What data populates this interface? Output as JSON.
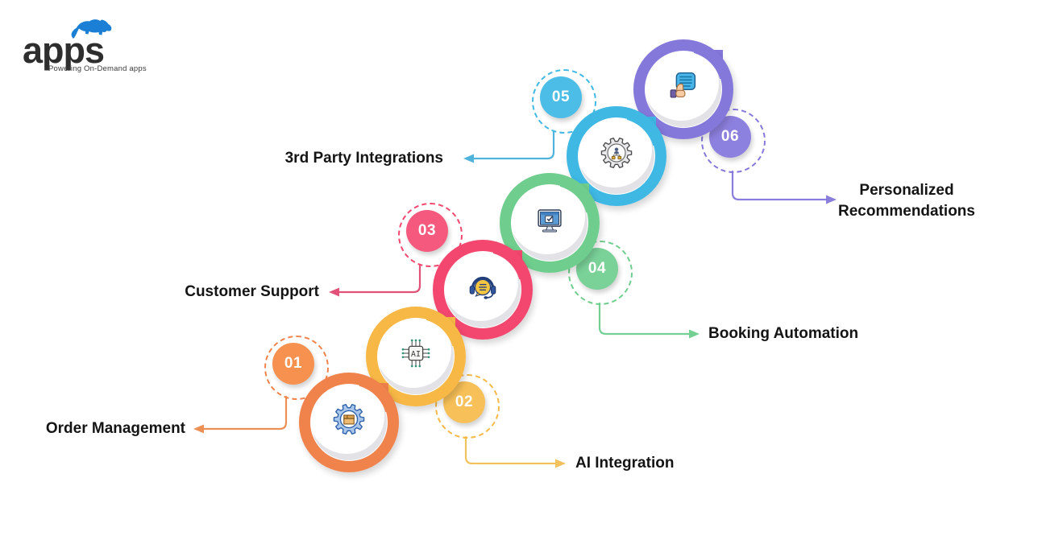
{
  "logo": {
    "name": "apps",
    "tagline": "Powering On-Demand apps",
    "rhino_color": "#1b7fd6",
    "text_color": "#2e2e2e"
  },
  "steps": [
    {
      "number": "01",
      "label": "Order Management",
      "color": "#F0824B",
      "badge_color": "#F6914F",
      "arrow_color": "#EC9055",
      "icon": "order-management"
    },
    {
      "number": "02",
      "label": "AI Integration",
      "color": "#F7B845",
      "badge_color": "#F8C058",
      "arrow_color": "#F2C35C",
      "icon": "ai-integration"
    },
    {
      "number": "03",
      "label": "Customer Support",
      "color": "#F4476F",
      "badge_color": "#F55A7E",
      "arrow_color": "#E25278",
      "icon": "customer-support"
    },
    {
      "number": "04",
      "label": "Booking Automation",
      "color": "#6FCE8D",
      "badge_color": "#7AD299",
      "arrow_color": "#74CF92",
      "icon": "booking-automation"
    },
    {
      "number": "05",
      "label": "3rd Party Integrations",
      "color": "#3FB8E4",
      "badge_color": "#4CBDE7",
      "arrow_color": "#4FB3DC",
      "icon": "third-party-integrations"
    },
    {
      "number": "06",
      "label": "Personalized Recommendations",
      "color": "#8478DB",
      "badge_color": "#8D81DF",
      "arrow_color": "#8A7EDC",
      "icon": "personalized-recommendations"
    }
  ]
}
